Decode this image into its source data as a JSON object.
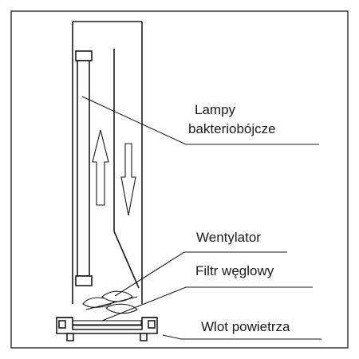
{
  "diagram": {
    "labels": {
      "lamps_line1": "Lampy",
      "lamps_line2": "bakteriobójcze",
      "fan": "Wentylator",
      "filter": "Filtr węglowy",
      "inlet": "Wlot powietrza"
    }
  }
}
